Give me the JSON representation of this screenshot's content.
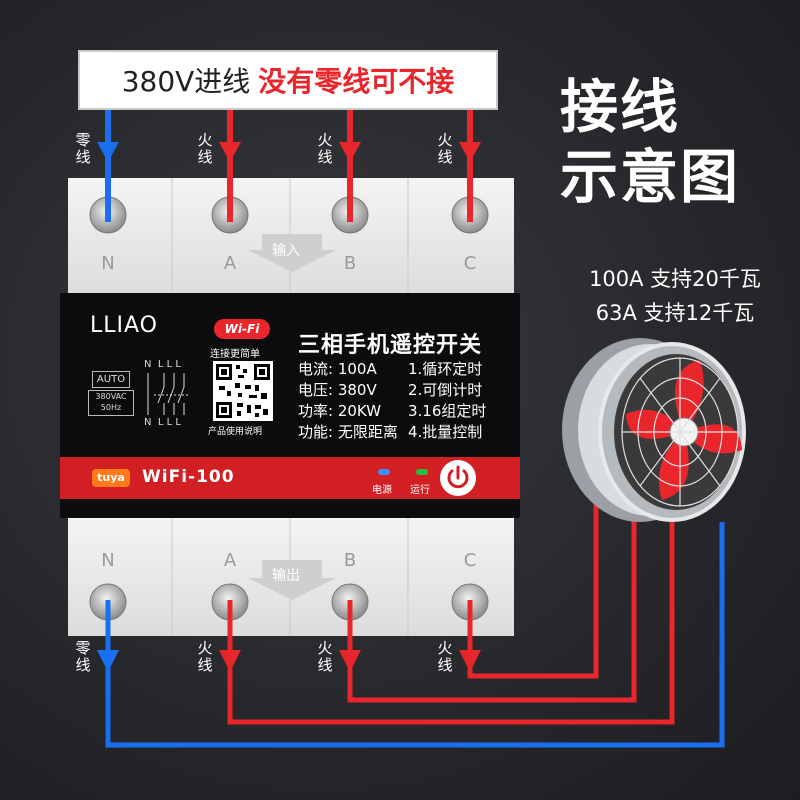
{
  "banner": {
    "white_text": "380V进线",
    "red_text": "没有零线可不接"
  },
  "title": {
    "line1": "接线",
    "line2": "示意图"
  },
  "spec": {
    "line1": "100A 支持20千瓦",
    "line2": "63A 支持12千瓦"
  },
  "top_labels": {
    "neutral": "零线",
    "live": "火线"
  },
  "terminals": {
    "n": "N",
    "a": "A",
    "b": "B",
    "c": "C"
  },
  "input_label": "输入",
  "output_label": "输出",
  "panel": {
    "brand": "LLIAO",
    "wifi_badge": "Wi-Fi",
    "wifi_caption": "连接更简单",
    "qr_caption": "产品使用说明",
    "auto": "AUTO",
    "volt_line1": "380VAC",
    "volt_line2": "50Hz",
    "diagram_top": "N  L L L",
    "diagram_bottom": "N  L L L",
    "product_title": "三相手机遥控开关",
    "specs": [
      {
        "k": "电流: 100A",
        "v": "1.循环定时"
      },
      {
        "k": "电压: 380V",
        "v": "2.可倒计时"
      },
      {
        "k": "功率: 20KW",
        "v": "3.16组定时"
      },
      {
        "k": "功能: 无限距离",
        "v": "4.批量控制"
      }
    ],
    "tuya": "tuya",
    "model": "WiFi-100",
    "led_power": "电源",
    "led_run": "运行"
  },
  "colors": {
    "red": "#e8262b",
    "blue": "#1a6ff0",
    "panel": "#0c0c0e",
    "body": "#ececec"
  },
  "icons": {
    "power": "power-icon",
    "wifi": "wifi-icon",
    "qr": "qr-code-icon",
    "fan": "fan-icon",
    "arrow": "arrow-down-icon"
  }
}
